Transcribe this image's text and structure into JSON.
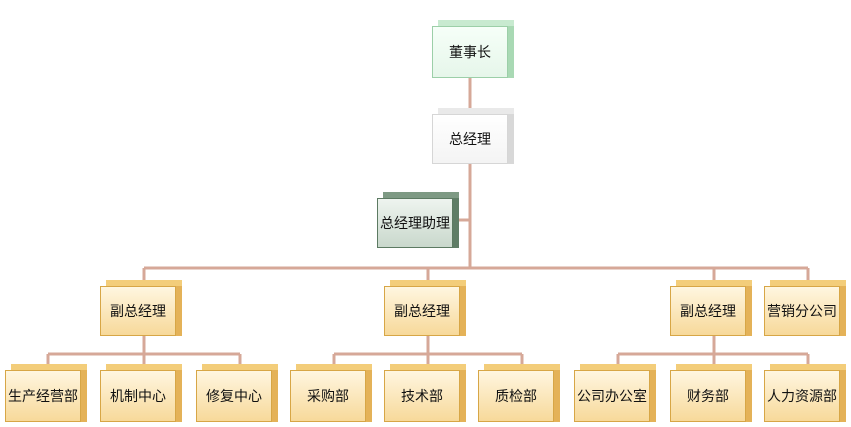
{
  "nodes": {
    "chairman": "董事长",
    "general_manager": "总经理",
    "gm_assistant": "总经理助理",
    "deputy_gm_1": "副总经理",
    "deputy_gm_2": "副总经理",
    "deputy_gm_3": "副总经理",
    "sales_branch": "营销分公司",
    "production_dept": "生产经营部",
    "machining_center": "机制中心",
    "repair_center": "修复中心",
    "purchasing_dept": "采购部",
    "technical_dept": "技术部",
    "quality_dept": "质检部",
    "office": "公司办公室",
    "finance_dept": "财务部",
    "hr_dept": "人力资源部"
  },
  "colors": {
    "connector": "#d6a898",
    "gold_fill": "#f7d99a",
    "mint_fill": "#e6f6ea",
    "gray_fill": "#f4f4f4",
    "dark_fill": "#5f7d66"
  }
}
